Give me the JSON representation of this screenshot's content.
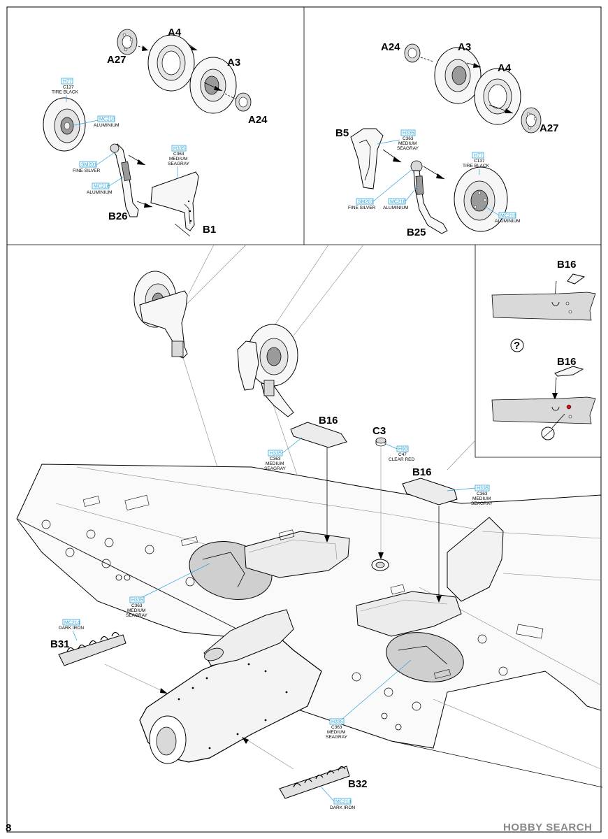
{
  "page_number": "8",
  "watermark": "HOBBY SEARCH",
  "parts": {
    "a27_left": "A27",
    "a4_left": "A4",
    "a3_left": "A3",
    "a24_left": "A24",
    "b26": "B26",
    "b1": "B1",
    "a24_right": "A24",
    "a3_right": "A3",
    "a4_right": "A4",
    "a27_right": "A27",
    "b5": "B5",
    "b25": "B25",
    "b16_top": "B16",
    "b16_alt": "B16",
    "b16_main": "B16",
    "b16_wing": "B16",
    "c3": "C3",
    "b31": "B31",
    "b32": "B32",
    "question": "?"
  },
  "paints": {
    "tire_left": {
      "h": "H77",
      "c": "C137",
      "name": "TIRE BLACK"
    },
    "alu_hub_left": {
      "h": "MC218",
      "name": "ALUMINIUM"
    },
    "silver_left": {
      "h": "SM201",
      "name": "FINE SILVER"
    },
    "alu_strut_left": {
      "h": "MC218",
      "name": "ALUMINIUM"
    },
    "gray_door_left": {
      "h": "H335",
      "c": "C363",
      "name1": "MEDIUM",
      "name2": "SEAGRAY"
    },
    "gray_door_right": {
      "h": "H335",
      "c": "C363",
      "name1": "MEDIUM",
      "name2": "SEAGRAY"
    },
    "tire_right": {
      "h": "H77",
      "c": "C137",
      "name": "TIRE BLACK"
    },
    "silver_right": {
      "h": "SM201",
      "name": "FINE SILVER"
    },
    "alu_strut_right": {
      "h": "MC218",
      "name": "ALUMINIUM"
    },
    "alu_hub_right": {
      "h": "MC218",
      "name": "ALUMINIUM"
    },
    "gray_b16": {
      "h": "H335",
      "c": "C363",
      "name1": "MEDIUM",
      "name2": "SEAGRAY"
    },
    "red_c3": {
      "h": "H90",
      "c": "C47",
      "name": "CLEAR RED"
    },
    "gray_b16_right": {
      "h": "H335",
      "c": "C363",
      "name1": "MEDIUM",
      "name2": "SEAGRAY"
    },
    "gray_wheelwell_left": {
      "h": "H335",
      "c": "C363",
      "name1": "MEDIUM",
      "name2": "SEAGRAY"
    },
    "iron_b31": {
      "h": "MC214",
      "name": "DARK IRON"
    },
    "gray_wheelwell_right": {
      "h": "H335",
      "c": "C363",
      "name1": "MEDIUM",
      "name2": "SEAGRAY"
    },
    "iron_b32": {
      "h": "MC214",
      "name": "DARK IRON"
    }
  },
  "colors": {
    "paint_code": "#2aa3d8",
    "marker_red": "#d0121b",
    "line": "#000000"
  }
}
